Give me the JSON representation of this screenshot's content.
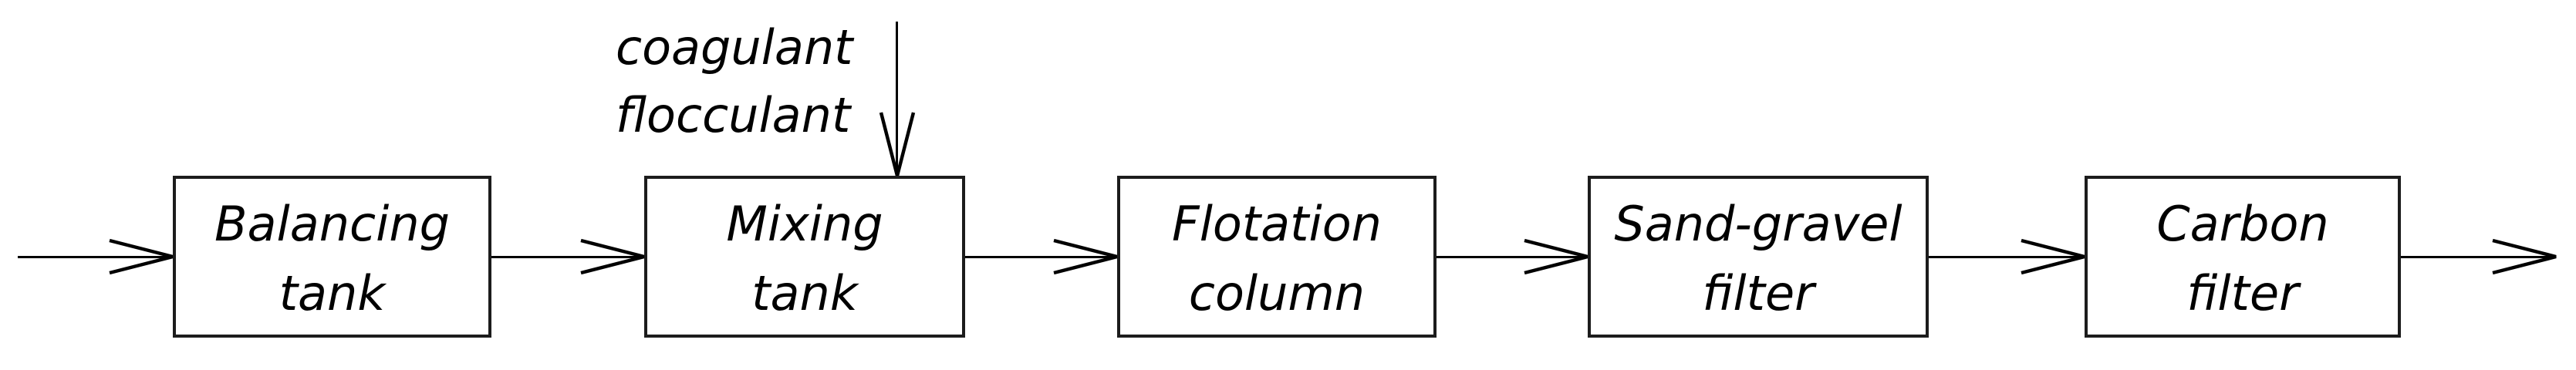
{
  "diagram": {
    "type": "process-flow",
    "direction": "left-to-right",
    "boxes": [
      {
        "name": "balancing-tank",
        "line1": "Balancing",
        "line2": "tank"
      },
      {
        "name": "mixing-tank",
        "line1": "Mixing",
        "line2": "tank"
      },
      {
        "name": "flotation-column",
        "line1": "Flotation",
        "line2": "column"
      },
      {
        "name": "sand-gravel-filter",
        "line1": "Sand-gravel",
        "line2": "filter"
      },
      {
        "name": "carbon-filter",
        "line1": "Carbon",
        "line2": "filter"
      }
    ],
    "annotation": {
      "line1": "coagulant",
      "line2": "flocculant",
      "points_to": "mixing-tank"
    }
  },
  "colors": {
    "stroke": "#000000",
    "box_border": "#1c1c1c",
    "box_fill": "#ffffff",
    "background": "#ffffff",
    "text": "#000000"
  }
}
